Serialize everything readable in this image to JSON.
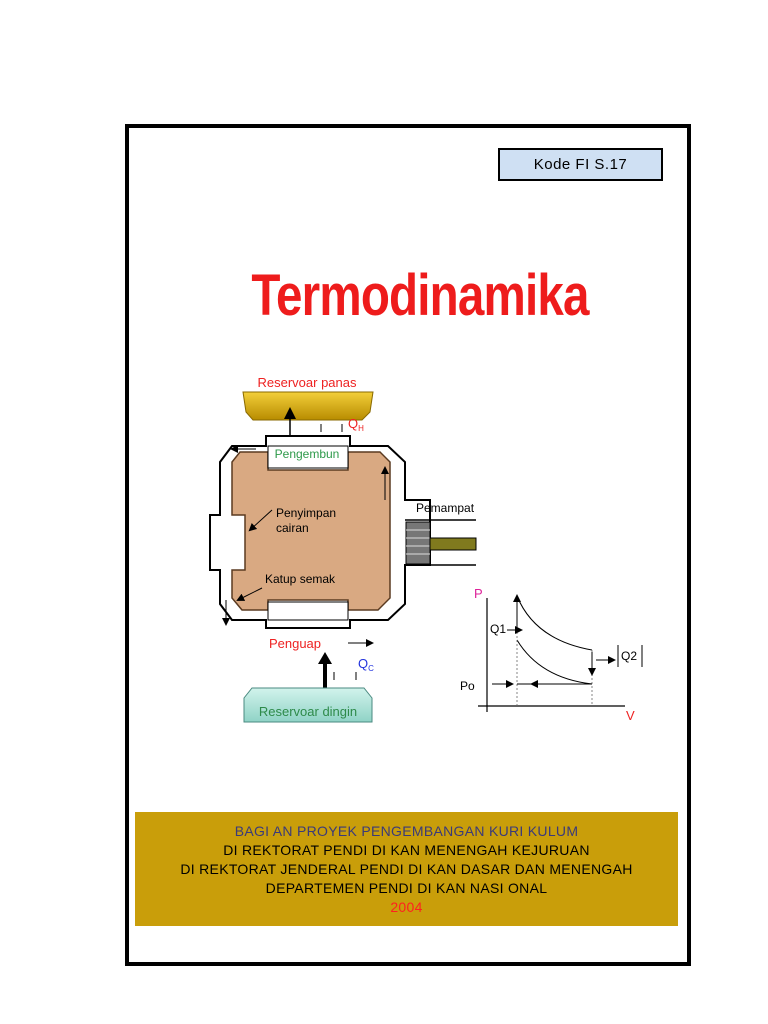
{
  "code_label": "Kode FI S.17",
  "title": "Termodinamika",
  "diagram": {
    "hot_reservoir": "Reservoar panas",
    "qh": "Q",
    "qh_sub": "H",
    "condenser": "Pengembun",
    "storage_line1": "Penyimpan",
    "storage_line2": "cairan",
    "valve": "Katup semak",
    "compressor": "Pemampat",
    "evaporator": "Penguap",
    "qc": "Q",
    "qc_sub": "C",
    "cold_reservoir": "Reservoar dingin"
  },
  "pv": {
    "p": "P",
    "v": "V",
    "q1": "Q1",
    "q2": "Q2",
    "po": "Po"
  },
  "footer": {
    "line1": "BAGI AN PROYEK PENGEMBANGAN KURI KULUM",
    "line2": "DI REKTORAT PENDI DI KAN MENENGAH KEJURUAN",
    "line3": "DI REKTORAT JENDERAL PENDI DI KAN DASAR DAN MENENGAH",
    "line4": "DEPARTEMEN PENDI DI KAN NASI ONAL",
    "year": "2004"
  },
  "colors": {
    "title": "#ee1c1c",
    "footer_bg": "#c99e0a",
    "code_box_bg": "#cfe0f3",
    "hot_reservoir": "#d4a800",
    "cold_reservoir": "#a8e0d6",
    "chamber": "#d9a982"
  }
}
